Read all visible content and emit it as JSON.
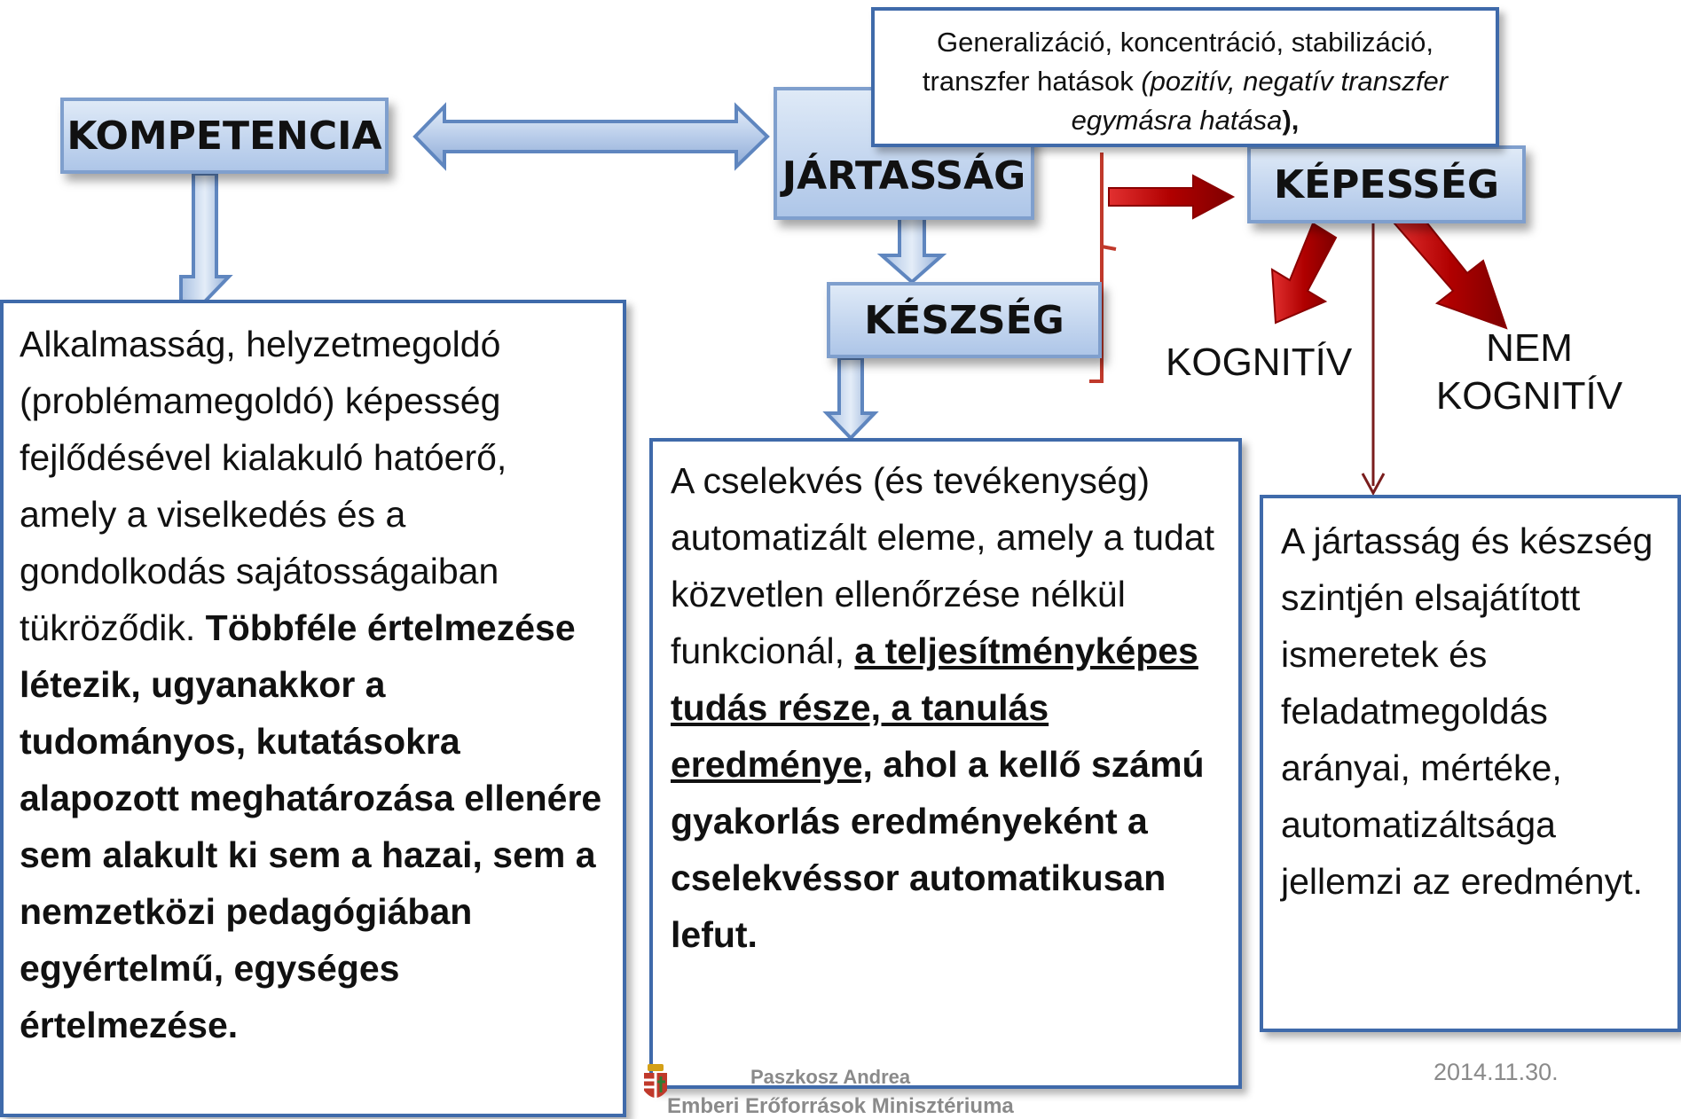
{
  "nodes": {
    "kompetencia": "KOMPETENCIA",
    "jartassag": "JÁRTASSÁG",
    "keszseg": "KÉSZSÉG",
    "kepesseg": "KÉPESSÉG"
  },
  "top_note": {
    "line1": "Generalizáció, koncentráció, stabilizáció,",
    "line2_normal": "transzfer hatások ",
    "line2_italic": "(pozitív, negatív transzfer",
    "line3_italic": "egymásra hatása",
    "line3_bold": "),"
  },
  "kognitiv_label": "KOGNITÍV",
  "nem_kognitiv_label": {
    "line1": "NEM",
    "line2": "KOGNITÍV"
  },
  "left_box": {
    "normal": "Alkalmasság, helyzetmegoldó (problémamegoldó) képesség fejlődésével kialakuló hatóerő, amely a viselkedés és a gondolkodás sajátosságaiban tükröződik. ",
    "bold": "Többféle értelmezése létezik, ugyanakkor a tudományos, kutatásokra alapozott meghatározása ellenére sem alakult ki sem a hazai, sem a nemzetközi pedagógiában egyértelmű, egységes értelmezése."
  },
  "middle_box": {
    "normal": "A cselekvés (és tevékenység) automatizált eleme, amely a tudat közvetlen ellenőrzése nélkül funkcionál,",
    "bold_underlined": "a teljesítményképes tudás része, a tanulás eredménye,",
    "bold": "ahol a kellő számú gyakorlás eredményeként a cselekvéssor automatikusan lefut."
  },
  "right_box": {
    "text": "A jártasság és készség szintjén elsajátított ismeretek és feladatmegoldás arányai, mértéke, automatizáltsága jellemzi az eredményt."
  },
  "footer": {
    "author": "Paszkosz Andrea",
    "ministry": "Emberi Erőforrások Minisztériuma",
    "date": "2014.11.30."
  }
}
